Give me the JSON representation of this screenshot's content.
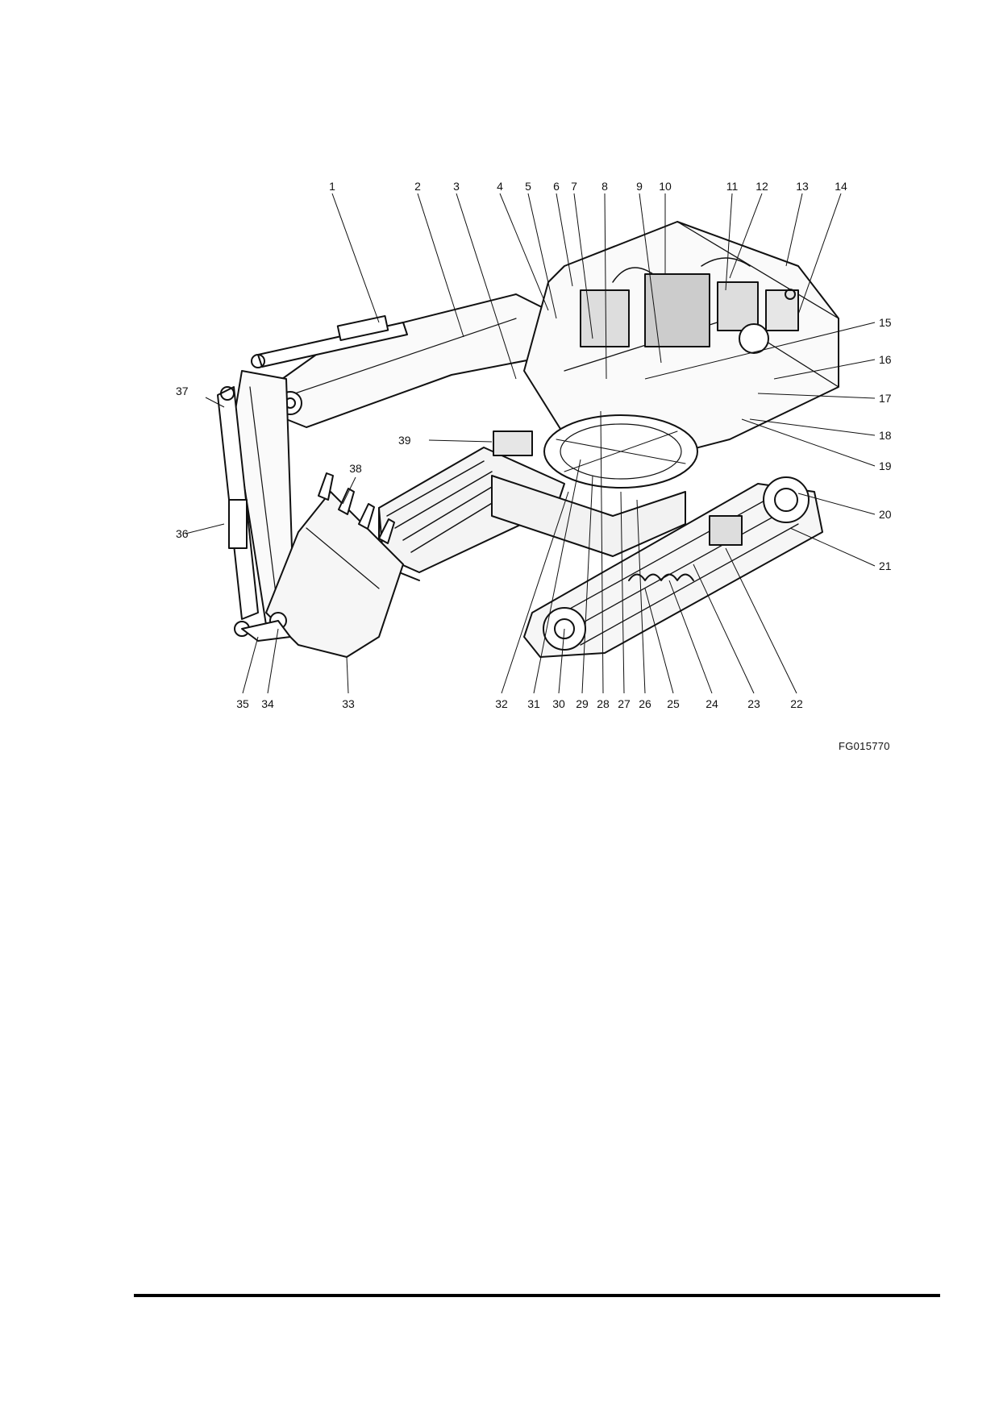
{
  "figure": {
    "code": "FG015770",
    "callouts_top": [
      "1",
      "2",
      "3",
      "4",
      "5",
      "6",
      "7",
      "8",
      "9",
      "10",
      "11",
      "12",
      "13",
      "14"
    ],
    "callouts_right": [
      "15",
      "16",
      "17",
      "18",
      "19",
      "20",
      "21"
    ],
    "callouts_bottom": [
      "22",
      "23",
      "24",
      "25",
      "26",
      "27",
      "28",
      "29",
      "30",
      "31",
      "32",
      "33",
      "34",
      "35"
    ],
    "callouts_left": [
      "36",
      "37"
    ],
    "callouts_inner": [
      "38",
      "39"
    ]
  }
}
